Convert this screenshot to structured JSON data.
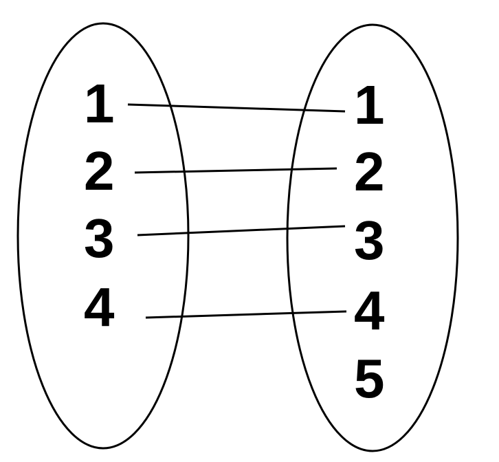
{
  "domain_set": {
    "elements": [
      "1",
      "2",
      "3",
      "4"
    ]
  },
  "codomain_set": {
    "elements": [
      "1",
      "2",
      "3",
      "4",
      "5"
    ]
  },
  "mappings": [
    {
      "from": "1",
      "to": "1"
    },
    {
      "from": "2",
      "to": "2"
    },
    {
      "from": "3",
      "to": "3"
    },
    {
      "from": "4",
      "to": "4"
    }
  ],
  "colors": {
    "stroke": "#000000",
    "text": "#000000",
    "background": "#ffffff"
  }
}
